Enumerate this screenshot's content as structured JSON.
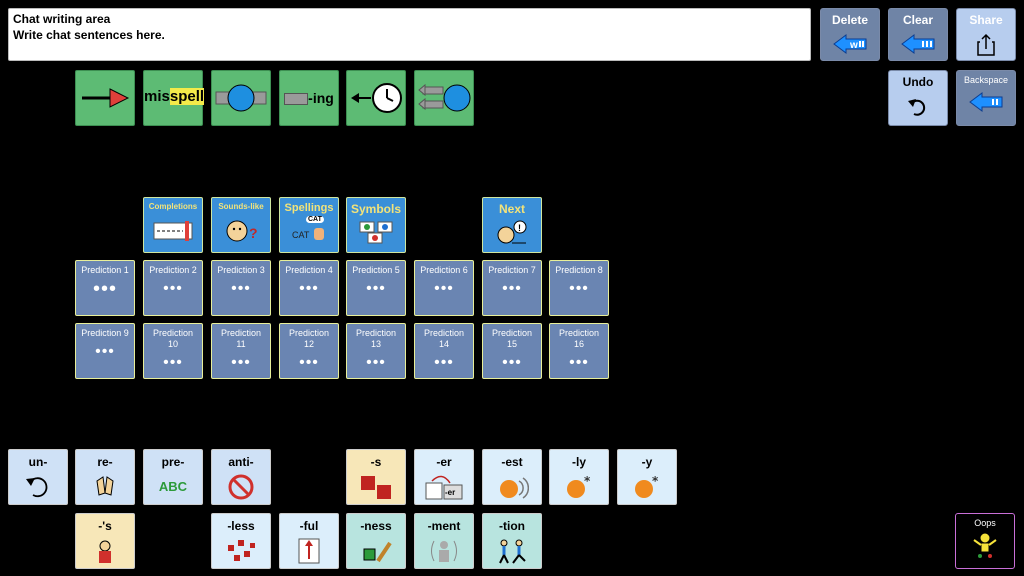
{
  "chat": {
    "title": "Chat writing area",
    "placeholder": "Write chat sentences here."
  },
  "controls": {
    "delete": "Delete",
    "clear": "Clear",
    "share": "Share",
    "undo": "Undo",
    "backspace": "Backspace",
    "delete_badge": "w"
  },
  "tools": {
    "misspell_a": "mis",
    "misspell_b": "spell",
    "ing": "-ing"
  },
  "categories": {
    "completions": "Completions",
    "sounds_like": "Sounds-like",
    "spellings": "Spellings",
    "symbols": "Symbols",
    "next": "Next",
    "cat_a": "CAT",
    "cat_b": "CAT"
  },
  "predictions": [
    {
      "label": "Prediction 1",
      "dots": "•••"
    },
    {
      "label": "Prediction 2",
      "dots": "•••"
    },
    {
      "label": "Prediction 3",
      "dots": "•••"
    },
    {
      "label": "Prediction 4",
      "dots": "•••"
    },
    {
      "label": "Prediction 5",
      "dots": "•••"
    },
    {
      "label": "Prediction 6",
      "dots": "•••"
    },
    {
      "label": "Prediction 7",
      "dots": "•••"
    },
    {
      "label": "Prediction 8",
      "dots": "•••"
    },
    {
      "label": "Prediction 9",
      "dots": "•••"
    },
    {
      "label": "Prediction 10",
      "dots": "•••"
    },
    {
      "label": "Prediction 11",
      "dots": "•••"
    },
    {
      "label": "Prediction 12",
      "dots": "•••"
    },
    {
      "label": "Prediction 13",
      "dots": "•••"
    },
    {
      "label": "Prediction 14",
      "dots": "•••"
    },
    {
      "label": "Prediction 15",
      "dots": "•••"
    },
    {
      "label": "Prediction 16",
      "dots": "•••"
    }
  ],
  "affixes": {
    "un": "un-",
    "re": "re-",
    "pre": "pre-",
    "anti": "anti-",
    "s": "-s",
    "er": "-er",
    "est": "-est",
    "ly": "-ly",
    "y": "-y",
    "apos_s": "-'s",
    "less": "-less",
    "ful": "-ful",
    "ness": "-ness",
    "ment": "-ment",
    "tion": "-tion",
    "abc": "ABC",
    "er_badge": "-er"
  },
  "oops": "Oops",
  "colors": {
    "green": "#5dbb74",
    "blue": "#3a8fd8",
    "prediction": "#6a85b2",
    "background": "#000000"
  }
}
